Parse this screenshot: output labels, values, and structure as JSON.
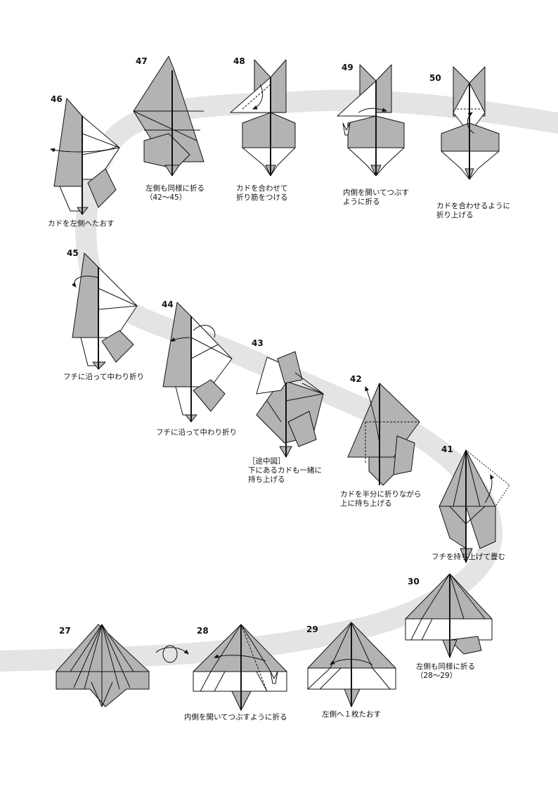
{
  "steps": [
    {
      "id": "27",
      "number": "27",
      "caption": ""
    },
    {
      "id": "28",
      "number": "28",
      "caption": "内側を開いてつぶすように折る"
    },
    {
      "id": "29",
      "number": "29",
      "caption": "左側へ１枚たおす"
    },
    {
      "id": "30",
      "number": "30",
      "caption": "左側も同様に折る\n（28～29）"
    },
    {
      "id": "41",
      "number": "41",
      "caption": "フチを持ち上げて畳む"
    },
    {
      "id": "42",
      "number": "42",
      "caption": "カドを半分に折りながら\n上に持ち上げる"
    },
    {
      "id": "43",
      "number": "43",
      "caption": "［途中図］\n下にあるカドも一緒に\n持ち上げる"
    },
    {
      "id": "44",
      "number": "44",
      "caption": "フチに沿って中わり折り"
    },
    {
      "id": "45",
      "number": "45",
      "caption": "フチに沿って中わり折り"
    },
    {
      "id": "46",
      "number": "46",
      "caption": "カドを左側へたおす"
    },
    {
      "id": "47",
      "number": "47",
      "caption": "左側も同様に折る\n（42～45）"
    },
    {
      "id": "48",
      "number": "48",
      "caption": "カドを合わせて\n折り筋をつける"
    },
    {
      "id": "49",
      "number": "49",
      "caption": "内側を開いてつぶす\nように折る"
    },
    {
      "id": "50",
      "number": "50",
      "caption": "カドを合わせるように\n折り上げる"
    }
  ],
  "colors": {
    "paper_gray": "#b3b3b3",
    "paper_white": "#ffffff",
    "line": "#111111",
    "path_band": "#e4e4e4"
  }
}
